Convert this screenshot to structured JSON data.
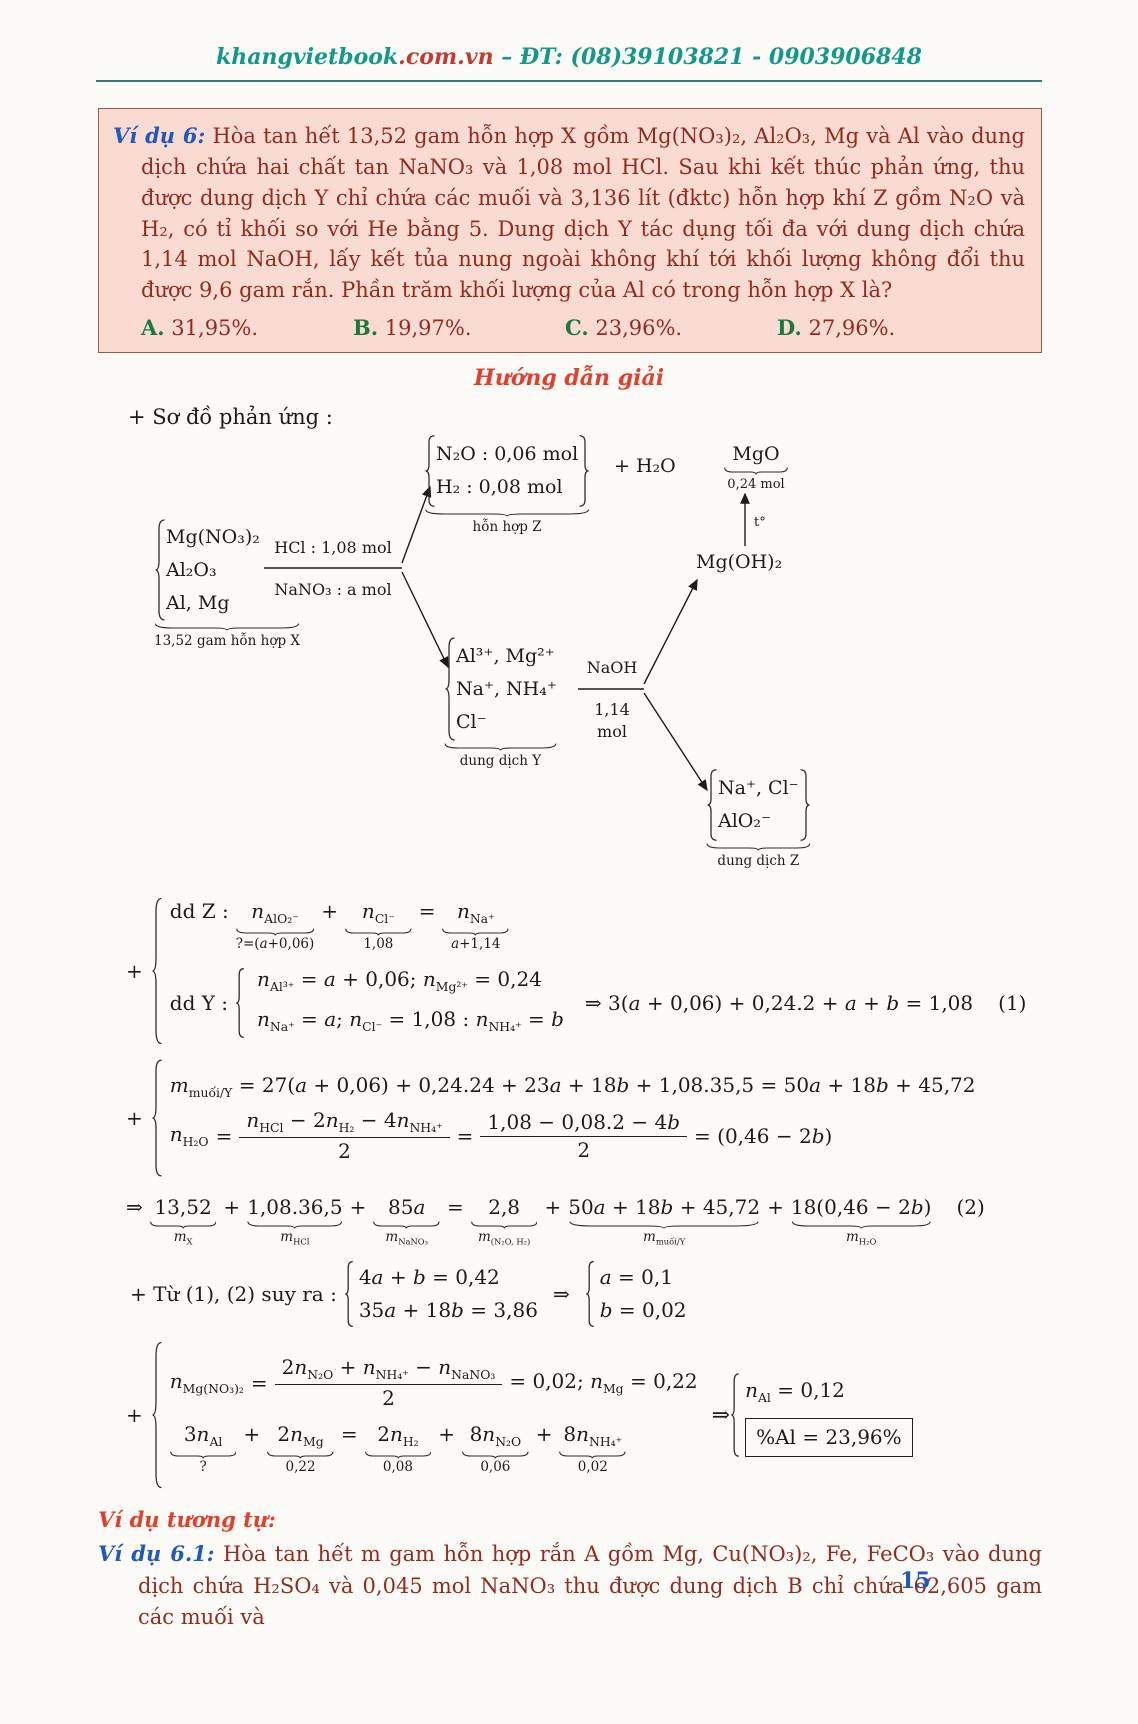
{
  "header": {
    "site": "khangvietbook",
    "site_suffix": ".com.vn",
    "contact": " – ĐT: (08)39103821 - 0903906848"
  },
  "problem": {
    "label": "Ví dụ 6:",
    "text": "Hòa tan hết 13,52 gam hỗn hợp X gồm Mg(NO₃)₂, Al₂O₃, Mg và Al vào dung dịch chứa hai chất tan NaNO₃ và 1,08 mol HCl. Sau khi kết thúc phản ứng, thu được dung dịch Y chỉ chứa các muối và 3,136 lít (đktc) hỗn hợp khí Z gồm N₂O và H₂, có tỉ khối so với He bằng 5. Dung dịch Y tác dụng tối đa với dung dịch chứa 1,14 mol NaOH, lấy kết tủa nung ngoài không khí tới khối lượng không đổi thu được 9,6 gam rắn. Phần trăm khối lượng của Al có trong hỗn hợp X là?",
    "answers": [
      {
        "label": "A.",
        "value": "31,95%."
      },
      {
        "label": "B.",
        "value": "19,97%."
      },
      {
        "label": "C.",
        "value": "23,96%."
      },
      {
        "label": "D.",
        "value": "27,96%."
      }
    ]
  },
  "solution": {
    "heading": "Hướng dẫn giải",
    "scheme_label": "+ Sơ đồ phản ứng :",
    "diagram": {
      "mix_x": {
        "line1": "Mg(NO₃)₂",
        "line2": "Al₂O₃",
        "line3": "Al, Mg",
        "label": "13,52 gam hỗn hợp X"
      },
      "hcl": {
        "top": "HCl : 1,08 mol",
        "bottom": "NaNO₃ : a mol"
      },
      "gas_z": {
        "line1": "N₂O : 0,06 mol",
        "line2": "H₂ : 0,08 mol",
        "label": "hỗn hợp Z",
        "suffix": "+ H₂O"
      },
      "mgo": {
        "formula": "MgO",
        "amount": "0,24 mol"
      },
      "temp": "t°",
      "mgoh2": "Mg(OH)₂",
      "sol_y": {
        "line1": "Al³⁺, Mg²⁺",
        "line2": "Na⁺, NH₄⁺",
        "line3": "Cl⁻",
        "label": "dung dịch Y"
      },
      "naoh": {
        "top": "NaOH",
        "bottom": "1,14 mol"
      },
      "sol_z": {
        "line1": "Na⁺, Cl⁻",
        "line2": "AlO₂⁻",
        "label": "dung dịch Z"
      }
    },
    "eq1": {
      "plus": "+",
      "ddz_label": "dd Z :",
      "t1": {
        "c": "<i>n</i><sub>AlO₂⁻</sub>",
        "l": "?=(<i>a</i>+0,06)"
      },
      "op1": "+",
      "t2": {
        "c": "<i>n</i><sub>Cl⁻</sub>",
        "l": "1,08"
      },
      "op2": "=",
      "t3": {
        "c": "<i>n</i><sub>Na⁺</sub>",
        "l": "<i>a</i>+1,14"
      },
      "ddy_label": "dd Y :",
      "y1": "<i>n</i><sub>Al³⁺</sub> = <i>a</i> + 0,06; <i>n</i><sub>Mg²⁺</sub> = 0,24",
      "y2": "<i>n</i><sub>Na⁺</sub> = <i>a</i>; <i>n</i><sub>Cl⁻</sub> = 1,08 : <i>n</i><sub>NH₄⁺</sub> = <i>b</i>",
      "implies": "⇒ 3(<i>a</i> + 0,06) + 0,24.2 + <i>a</i> + <i>b</i> = 1,08",
      "tag": "(1)"
    },
    "eq2": {
      "plus": "+",
      "row1": "<i>m</i><sub>muối/Y</sub> = 27(<i>a</i> + 0,06) + 0,24.24 + 23<i>a</i> + 18<i>b</i> + 1,08.35,5 = 50<i>a</i> + 18<i>b</i> + 45,72",
      "row2_lhs": "<i>n</i><sub>H₂O</sub>",
      "eq_sign1": "=",
      "frac1_num": "<i>n</i><sub>HCl</sub> − 2<i>n</i><sub>H₂</sub> − 4<i>n</i><sub>NH₄⁺</sub>",
      "frac1_den": "2",
      "eq_sign2": "=",
      "frac2_num": "1,08 − 0,08.2 − 4<i>b</i>",
      "frac2_den": "2",
      "row2_rhs": "= (0,46 − 2<i>b</i>)"
    },
    "eq3": {
      "arrow": "⇒",
      "t1": {
        "c": "13,52",
        "l": "<i>m</i><sub>X</sub>"
      },
      "op1": "+",
      "t2": {
        "c": "1,08.36,5",
        "l": "<i>m</i><sub>HCl</sub>"
      },
      "op2": "+",
      "t3": {
        "c": "85<i>a</i>",
        "l": "<i>m</i><sub>NaNO₃</sub>"
      },
      "op3": "=",
      "t4": {
        "c": "2,8",
        "l": "<i>m</i><sub>(N₂O, H₂)</sub>"
      },
      "op4": "+",
      "t5": {
        "c": "50<i>a</i> + 18<i>b</i> + 45,72",
        "l": "<i>m</i><sub>muối/Y</sub>"
      },
      "op5": "+",
      "t6": {
        "c": "18(0,46 − 2<i>b</i>)",
        "l": "<i>m</i><sub>H₂O</sub>"
      },
      "tag": "(2)"
    },
    "eq4": {
      "prefix": "+ Từ (1), (2) suy ra :",
      "sys1_row1": "4<i>a</i> + <i>b</i> = 0,42",
      "sys1_row2": "35<i>a</i> + 18<i>b</i> = 3,86",
      "arrow": "⇒",
      "sys2_row1": "<i>a</i> = 0,1",
      "sys2_row2": "<i>b</i> = 0,02"
    },
    "eq5": {
      "plus": "+",
      "row1_lhs": "<i>n</i><sub>Mg(NO₃)₂</sub>",
      "eq_sign1": "=",
      "frac_num": "2<i>n</i><sub>N₂O</sub> + <i>n</i><sub>NH₄⁺</sub> − <i>n</i><sub>NaNO₃</sub>",
      "frac_den": "2",
      "row1_rhs": "= 0,02; <i>n</i><sub>Mg</sub> = 0,22",
      "t1": {
        "c": "3<i>n</i><sub>Al</sub>",
        "l": "?"
      },
      "op1": "+",
      "t2": {
        "c": "2<i>n</i><sub>Mg</sub>",
        "l": "0,22"
      },
      "op2": "=",
      "t3": {
        "c": "2<i>n</i><sub>H₂</sub>",
        "l": "0,08"
      },
      "op3": "+",
      "t4": {
        "c": "8<i>n</i><sub>N₂O</sub>",
        "l": "0,06"
      },
      "op4": "+",
      "t5": {
        "c": "8<i>n</i><sub>NH₄⁺</sub>",
        "l": "0,02"
      },
      "arrow": "⇒",
      "result1": "<i>n</i><sub>Al</sub> = 0,12",
      "result2": "%Al = 23,96%"
    }
  },
  "similar": {
    "heading": "Ví dụ tương tự:",
    "label": "Ví dụ 6.1:",
    "text": "Hòa tan hết m gam hỗn hợp rắn A gồm Mg, Cu(NO₃)₂, Fe, FeCO₃ vào dung dịch chứa H₂SO₄ và 0,045 mol NaNO₃ thu được dung dịch B chỉ chứa 62,605 gam các muối và"
  },
  "page_number": "15"
}
